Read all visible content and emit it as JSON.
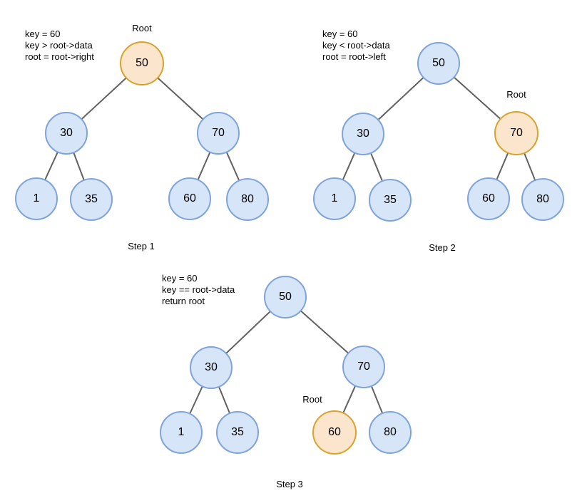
{
  "colors": {
    "background": "#FFFFFF",
    "node_fill": "#D7E5F8",
    "node_stroke": "#7EA4DB",
    "highlight_fill": "#FBE5CC",
    "highlight_stroke": "#D9A32B",
    "edge": "#616161",
    "text": "#000000"
  },
  "tree": {
    "edges": [
      [
        "50",
        "30"
      ],
      [
        "50",
        "70"
      ],
      [
        "30",
        "1"
      ],
      [
        "30",
        "35"
      ],
      [
        "70",
        "60"
      ],
      [
        "70",
        "80"
      ]
    ]
  },
  "steps": [
    {
      "caption": "Step 1",
      "root_pointer_label": "Root",
      "annotation": [
        "key = 60",
        "key > root->data",
        "root = root->right"
      ],
      "highlighted_node": "50",
      "nodes": [
        {
          "value": "50",
          "highlighted": true
        },
        {
          "value": "30",
          "highlighted": false
        },
        {
          "value": "70",
          "highlighted": false
        },
        {
          "value": "1",
          "highlighted": false
        },
        {
          "value": "35",
          "highlighted": false
        },
        {
          "value": "60",
          "highlighted": false
        },
        {
          "value": "80",
          "highlighted": false
        }
      ]
    },
    {
      "caption": "Step 2",
      "root_pointer_label": "Root",
      "annotation": [
        "key = 60",
        "key < root->data",
        "root = root->left"
      ],
      "highlighted_node": "70",
      "nodes": [
        {
          "value": "50",
          "highlighted": false
        },
        {
          "value": "30",
          "highlighted": false
        },
        {
          "value": "70",
          "highlighted": true
        },
        {
          "value": "1",
          "highlighted": false
        },
        {
          "value": "35",
          "highlighted": false
        },
        {
          "value": "60",
          "highlighted": false
        },
        {
          "value": "80",
          "highlighted": false
        }
      ]
    },
    {
      "caption": "Step 3",
      "root_pointer_label": "Root",
      "annotation": [
        "key = 60",
        "key == root->data",
        "return root"
      ],
      "highlighted_node": "60",
      "nodes": [
        {
          "value": "50",
          "highlighted": false
        },
        {
          "value": "30",
          "highlighted": false
        },
        {
          "value": "70",
          "highlighted": false
        },
        {
          "value": "1",
          "highlighted": false
        },
        {
          "value": "35",
          "highlighted": false
        },
        {
          "value": "60",
          "highlighted": true
        },
        {
          "value": "80",
          "highlighted": false
        }
      ]
    }
  ]
}
